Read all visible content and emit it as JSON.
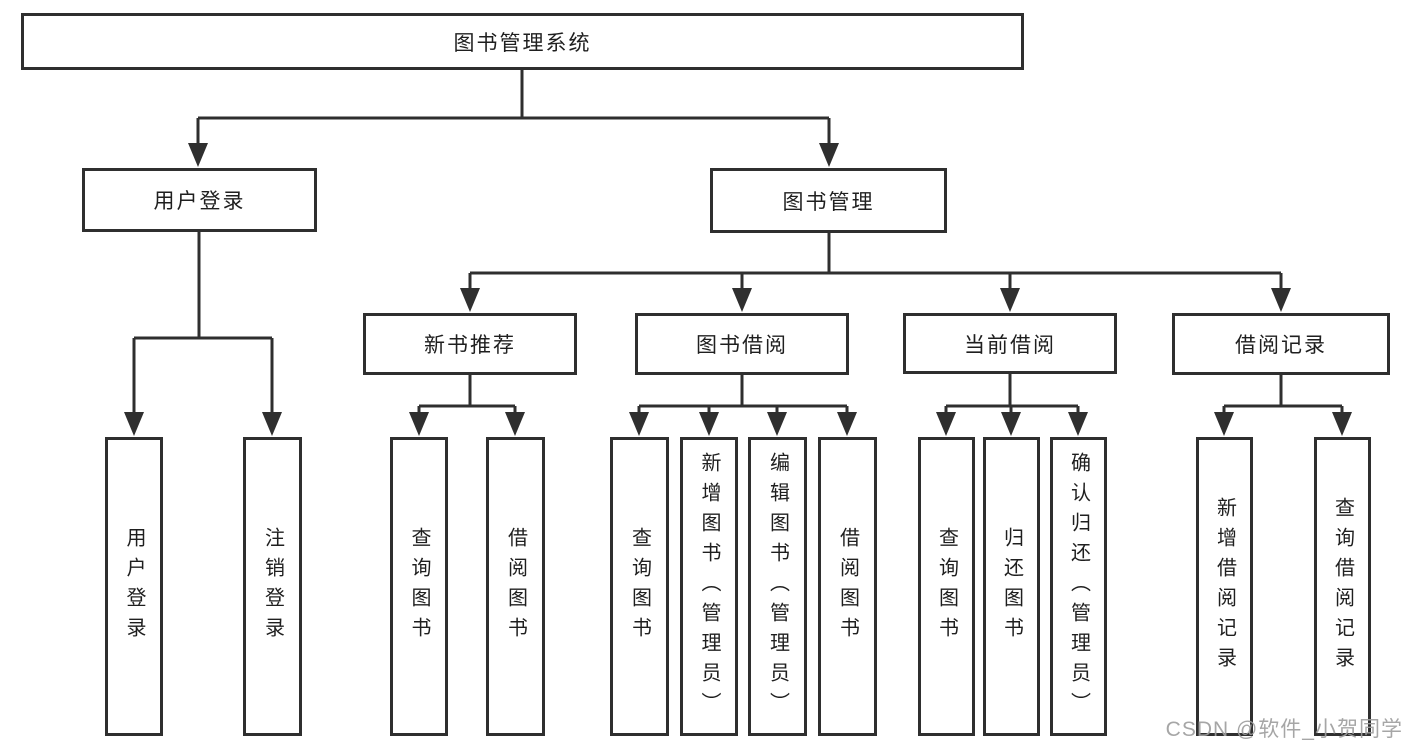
{
  "nodes": {
    "root": "图书管理系统",
    "user_login": "用户登录",
    "book_management": "图书管理",
    "new_book_recommendation": "新书推荐",
    "book_borrowing": "图书借阅",
    "current_borrowing": "当前借阅",
    "borrowing_records": "借阅记录"
  },
  "leaves": {
    "user_login": "用户登录",
    "logout": "注销登录",
    "newrec_query_books": "查询图书",
    "newrec_borrow_books": "借阅图书",
    "borrowing_query_books": "查询图书",
    "borrowing_add_books_admin": "新增图书（管理员）",
    "borrowing_edit_books_admin": "编辑图书（管理员）",
    "borrowing_borrow_books": "借阅图书",
    "current_query_books": "查询图书",
    "current_return_books": "归还图书",
    "current_confirm_return_admin": "确认归还（管理员）",
    "records_add_record": "新增借阅记录",
    "records_query_record": "查询借阅记录"
  },
  "colors": {
    "line": "#2f2f2f",
    "text": "#1f1f1f",
    "watermark": "#9e9e9e",
    "background": "#ffffff"
  },
  "watermark": "CSDN @软件_小贺同学"
}
